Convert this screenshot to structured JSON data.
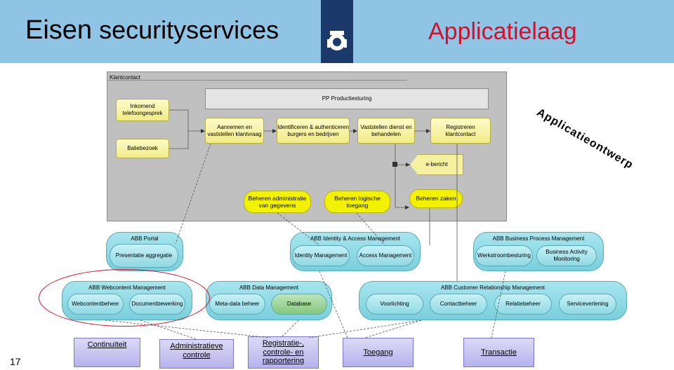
{
  "header": {
    "title_left_a": "Eisen",
    "title_left_b": "securityservices",
    "title_right": "Applicatielaag"
  },
  "page_number": "17",
  "rotated_label": "Applicatieontwerp",
  "colors": {
    "header_bg": "#8fc4e4",
    "accent_red": "#d0112b",
    "logo_band": "#1b3a6b"
  },
  "klantcontact": {
    "label": "Klantcontact",
    "pp": "PP Productiesturing",
    "inputs": [
      "Inkomend telefoongesprek",
      "Baliebezoek"
    ],
    "process": [
      "Aannemen en vaststellen klantvraag",
      "Identificeren & authenticeren burgers en bedrijven",
      "Vaststellen dienst en behandelen",
      "Registreren klantcontact"
    ],
    "ebericht": "e-bericht",
    "beheren": [
      "Beheren administratie van gegevens",
      "Beheren logische toegang",
      "Beheren zaken"
    ]
  },
  "abb_groups": [
    {
      "title": "ABB Portal",
      "items": [
        "Presentatie aggregatie"
      ]
    },
    {
      "title": "ABB Identity & Access Management",
      "items": [
        "Identity Management",
        "Access Management"
      ]
    },
    {
      "title": "ABB Business Process Management",
      "items": [
        "Werkstroombesturing",
        "Business Activity Monitoring"
      ]
    },
    {
      "title": "ABB Webcontent Management",
      "items": [
        "Webcontentbeheer",
        "Documentbewerking"
      ]
    },
    {
      "title": "ABB Data Management",
      "items": [
        "Meta-data beheer",
        "Database"
      ]
    },
    {
      "title": "ABB Customer Relationship Management",
      "items": [
        "Voorlichting",
        "Contactbeheer",
        "Relatiebeheer",
        "Serviceverlening"
      ]
    }
  ],
  "security_services": [
    "Continuïteit",
    "Administratieve controle",
    "Registratie-, controle- en rapportering",
    "Toegang",
    "Transactie"
  ]
}
